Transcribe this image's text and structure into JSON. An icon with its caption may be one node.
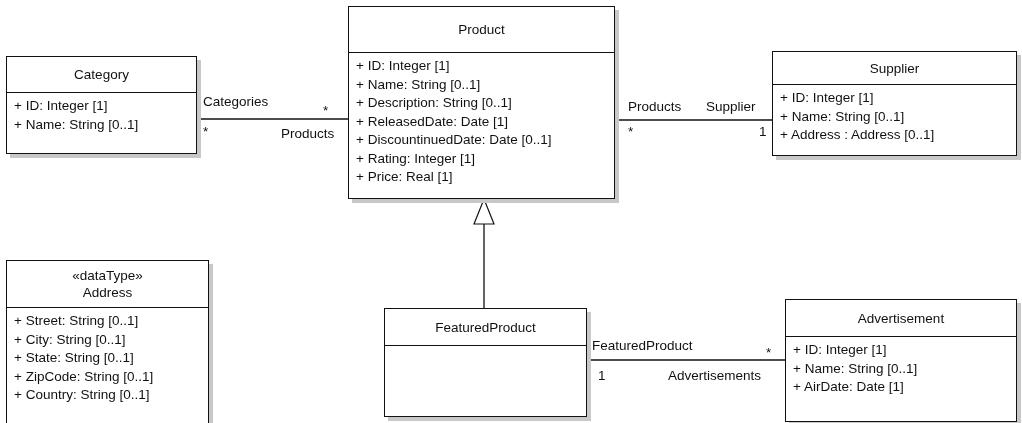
{
  "diagram": {
    "nodes": [
      {
        "text": [
          "Product",
          "+ ID: Integer [1]",
          "+ Name: String [0..1]",
          "+ Description: String [0..1]",
          "+ ReleasedDate: Date [1]",
          "+ DiscountinuedDate: Date [0..1]",
          "+ Rating: Integer [1]",
          "+ Price: Real [1]"
        ]
      },
      {
        "text": [
          "Category",
          "+ ID: Integer [1]",
          "+ Name: String [0..1]"
        ]
      },
      {
        "text": [
          "Supplier",
          "+ ID: Integer [1]",
          "+ Name: String [0..1]",
          "+ Address : Address [0..1]"
        ]
      },
      {
        "text": [
          "«dataType»",
          "Address",
          "+ Street: String [0..1]",
          "+ City: String [0..1]",
          "+ State: String [0..1]",
          "+ ZipCode: String [0..1]",
          "+ Country: String [0..1]"
        ]
      },
      {
        "text": [
          "FeaturedProduct"
        ]
      },
      {
        "text": [
          "Advertisement",
          "+ ID: Integer [1]",
          "+ Name: String [0..1]",
          "+ AirDate: Date [1]"
        ]
      }
    ],
    "edges": [
      {
        "from": 1,
        "to": 0,
        "arrow": "none"
      },
      {
        "from": 0,
        "to": 2,
        "arrow": "none"
      },
      {
        "from": 4,
        "to": 0,
        "arrow": "to"
      },
      {
        "from": 4,
        "to": 5,
        "arrow": "none"
      }
    ],
    "labels": [
      "Categories",
      "*",
      "*",
      "Products",
      "Products",
      "Supplier",
      "*",
      "1",
      "FeaturedProduct",
      "*",
      "1",
      "Advertisements"
    ]
  }
}
